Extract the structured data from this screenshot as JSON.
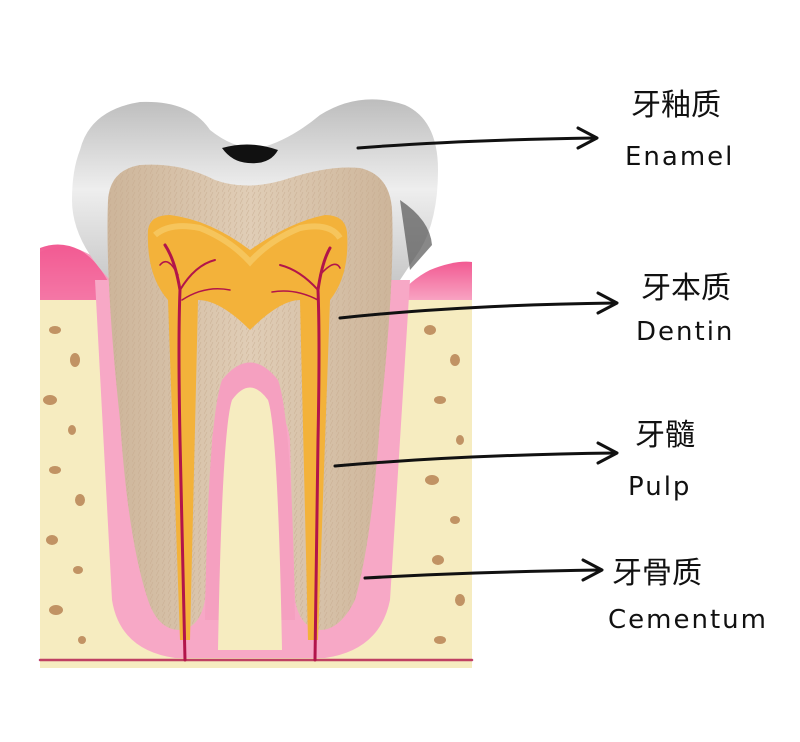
{
  "labels": {
    "enamel": {
      "zh": "牙釉质",
      "en": "Enamel"
    },
    "dentin": {
      "zh": "牙本质",
      "en": "Dentin"
    },
    "pulp": {
      "zh": "牙髓",
      "en": "Pulp"
    },
    "cementum": {
      "zh": "牙骨质",
      "en": "Cementum"
    }
  },
  "colors": {
    "enamel": "#e6e6e6",
    "enamel_shadow": "#9a9a9a",
    "dentin": "#d8c2a8",
    "pulp": "#f3b23a",
    "gum": "#f07aa8",
    "bone": "#f6ecc0",
    "bone_spots": "#b88454",
    "nerve": "#b2154a",
    "cavity": "#111111"
  }
}
